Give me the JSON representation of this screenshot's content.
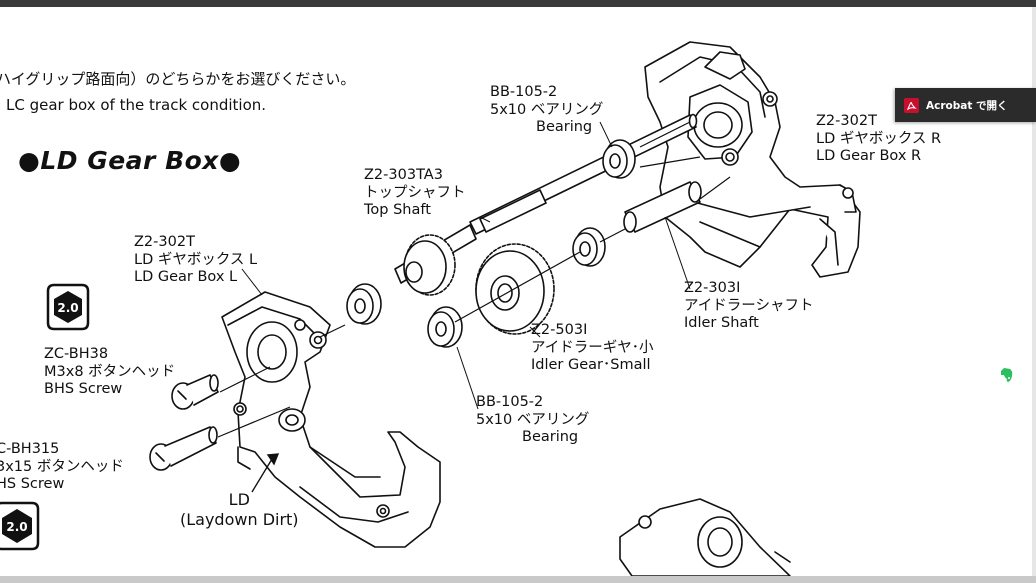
{
  "toolbar": {
    "acrobat_label": "Acrobat で開く"
  },
  "intro": {
    "line_jp": "ハイグリップ路面向）のどちらかをお選びください。",
    "line_en": "LC gear box of the track condition."
  },
  "section_title": "●LD Gear Box●",
  "parts": {
    "bb_top": {
      "code": "BB-105-2",
      "jp": "5x10 ベアリング",
      "en": "Bearing"
    },
    "gearbox_r": {
      "code": "Z2-302T",
      "jp": "LD ギヤボックス R",
      "en": "LD Gear Box R"
    },
    "top_shaft": {
      "code": "Z2-303TA3",
      "jp": "トップシャフト",
      "en": "Top Shaft"
    },
    "gearbox_l": {
      "code": "Z2-302T",
      "jp": "LD ギヤボックス L",
      "en": "LD Gear Box L"
    },
    "idler_shaft": {
      "code": "Z2-303I",
      "jp": "アイドラーシャフト",
      "en": "Idler Shaft"
    },
    "idler_gear": {
      "code": "Z2-503I",
      "jp": "アイドラーギヤ･小",
      "en": "Idler Gear･Small"
    },
    "screw_38": {
      "code": "ZC-BH38",
      "jp": "M3x8 ボタンヘッド",
      "en": "BHS Screw"
    },
    "bb_bottom": {
      "code": "BB-105-2",
      "jp": "5x10 ベアリング",
      "en": "Bearing"
    },
    "screw_315": {
      "code": "C-BH315",
      "jp": "3x15 ボタンヘッド",
      "en": "HS Screw"
    },
    "ld_note": {
      "short": "LD",
      "long": "(Laydown Dirt)"
    }
  },
  "badges": {
    "hex_tool_1": "2.0",
    "hex_tool_2": "2.0"
  },
  "icons": {
    "acrobat": "acrobat-pdf-icon",
    "evernote": "evernote-elephant-icon"
  },
  "colors": {
    "acrobat_bg": "#2b2b2b",
    "acrobat_red": "#c8102e",
    "evernote_green": "#2dbe60"
  }
}
